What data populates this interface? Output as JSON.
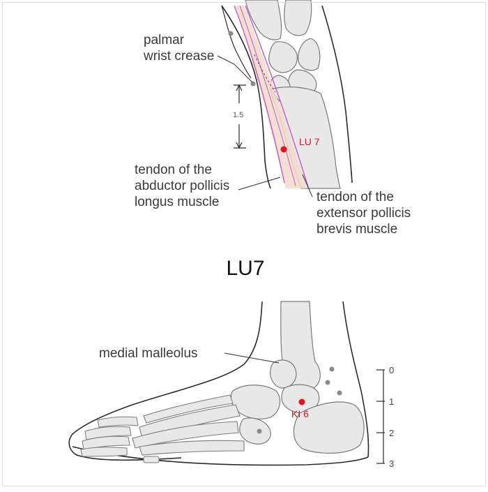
{
  "colors": {
    "skin_outline": "#2b2b2b",
    "bone_fill": "#e8e8e8",
    "bone_stroke": "#7a7a7a",
    "tendon": "#c45bb8",
    "tendon_fill": "#f1d9cc",
    "point": "#e0131f",
    "marker": "#8a8a8a"
  },
  "wrist": {
    "labels": {
      "crease": [
        "palmar",
        "wrist crease"
      ],
      "abductor": [
        "tendon of the",
        "abductor pollicis",
        "longus muscle"
      ],
      "extensor": [
        "tendon of the",
        "extensor pollicis",
        "brevis muscle"
      ]
    },
    "measure": "1.5",
    "point": "LU 7"
  },
  "title": "LU7",
  "ankle": {
    "label": "medial malleolus",
    "point": "KI 6",
    "scale_ticks": [
      "0",
      "1",
      "2",
      "3"
    ]
  }
}
